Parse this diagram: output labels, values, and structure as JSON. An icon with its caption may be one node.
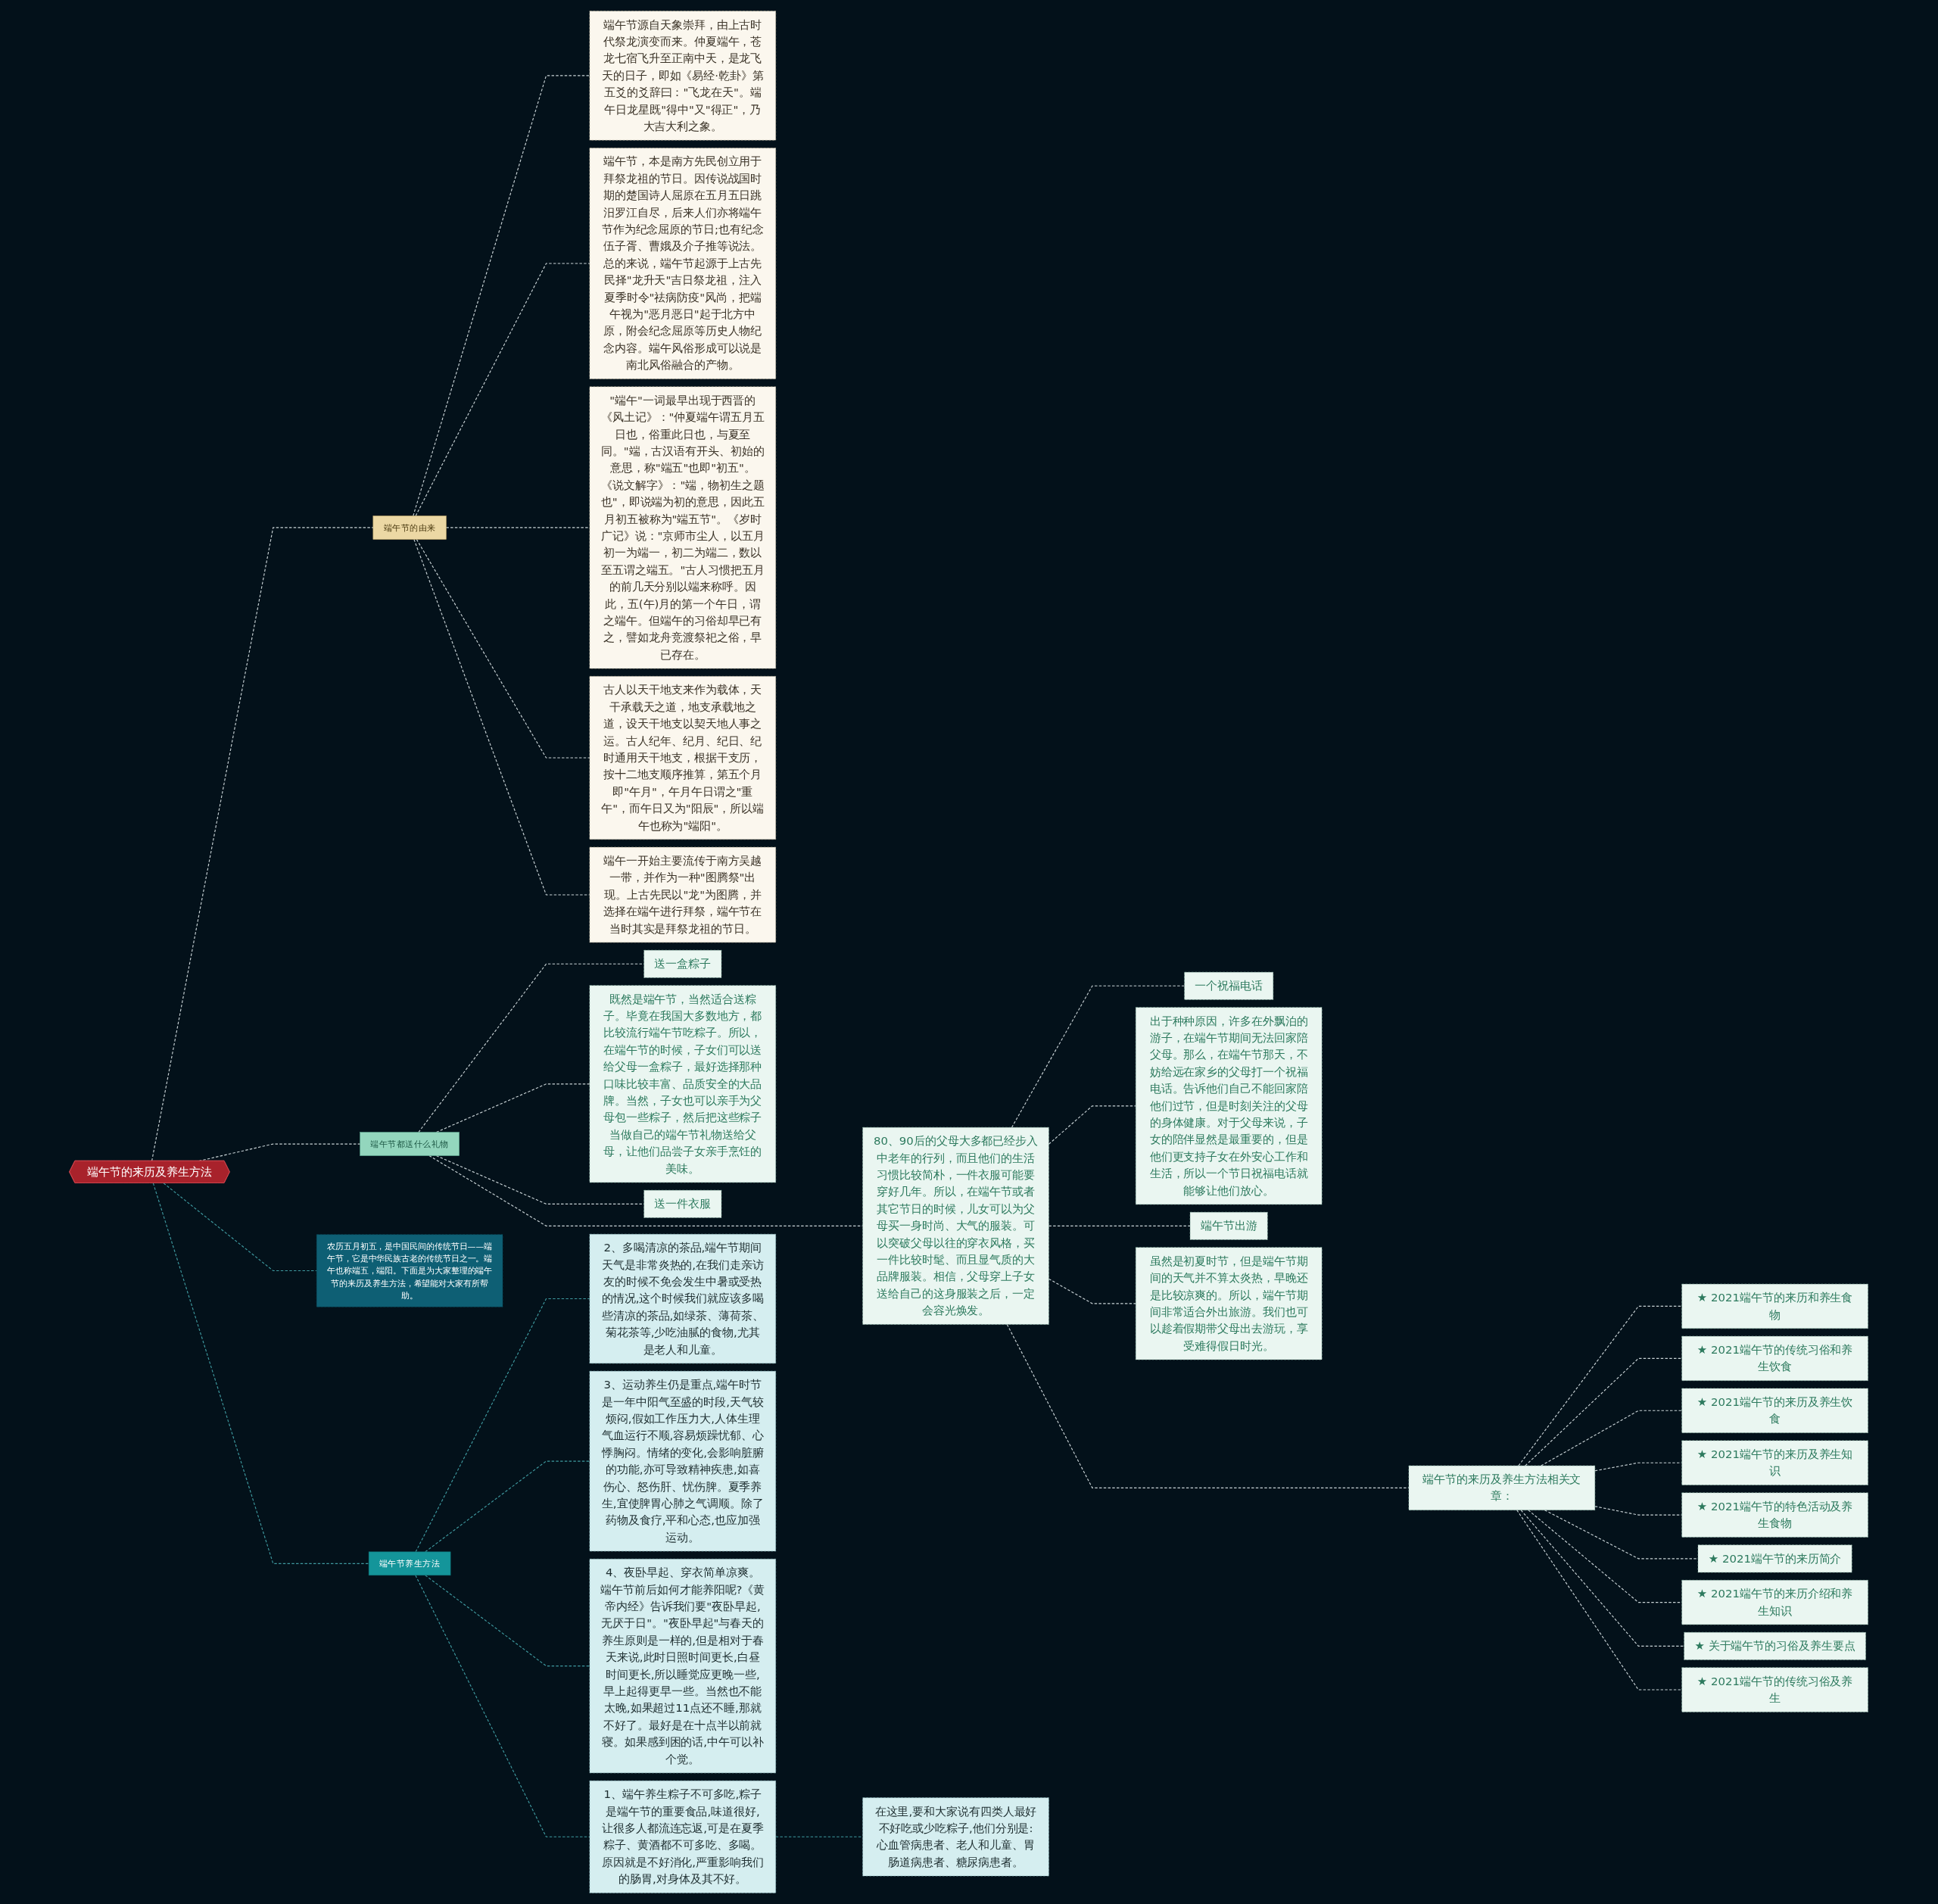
{
  "diagram": {
    "nodes": [
      {
        "text": [
          "端午节的来历及养生方法"
        ]
      },
      {
        "text": [
          "端午节的由来"
        ]
      },
      {
        "text": [
          "端午节源自天象崇拜，由上古时代祭龙演变而来。仲夏端午，苍龙七宿飞升至正南中天，是龙飞天的日子，即如《易经·乾卦》第五爻的爻辞曰：\"飞龙在天\"。端午日龙星既\"得中\"又\"得正\"，乃大吉大利之象。"
        ]
      },
      {
        "text": [
          "端午节，本是南方先民创立用于拜祭龙祖的节日。因传说战国时期的楚国诗人屈原在五月五日跳汨罗江自尽，后来人们亦将端午节作为纪念屈原的节日;也有纪念伍子胥、曹娥及介子推等说法。总的来说，端午节起源于上古先民择\"龙升天\"吉日祭龙祖，注入夏季时令\"祛病防疫\"风尚，把端午视为\"恶月恶日\"起于北方中原，附会纪念屈原等历史人物纪念内容。端午风俗形成可以说是南北风俗融合的产物。"
        ]
      },
      {
        "text": [
          "\"端午\"一词最早出现于西晋的《风土记》：\"仲夏端午谓五月五日也，俗重此日也，与夏至同。\"端，古汉语有开头、初始的意思，称\"端五\"也即\"初五\"。《说文解字》：\"端，物初生之题也\"，即说端为初的意思，因此五月初五被称为\"端五节\"。《岁时广记》说：\"京师市尘人，以五月初一为端一，初二为端二，数以至五谓之端五。\"古人习惯把五月的前几天分别以端来称呼。因此，五(午)月的第一个午日，谓之端午。但端午的习俗却早已有之，譬如龙舟竞渡祭祀之俗，早已存在。"
        ]
      },
      {
        "text": [
          "古人以天干地支来作为载体，天干承载天之道，地支承载地之道，设天干地支以契天地人事之运。古人纪年、纪月、纪日、纪时通用天干地支，根据干支历，按十二地支顺序推算，第五个月即\"午月\"，午月午日谓之\"重午\"，而午日又为\"阳辰\"，所以端午也称为\"端阳\"。"
        ]
      },
      {
        "text": [
          "端午一开始主要流传于南方吴越一带，并作为一种\"图腾祭\"出现。上古先民以\"龙\"为图腾，并选择在端午进行拜祭，端午节在当时其实是拜祭龙祖的节日。"
        ]
      },
      {
        "text": [
          "端午节都送什么礼物"
        ]
      },
      {
        "text": [
          "送一盒粽子"
        ]
      },
      {
        "text": [
          "既然是端午节，当然适合送粽子。毕竟在我国大多数地方，都比较流行端午节吃粽子。所以，在端午节的时候，子女们可以送给父母一盒粽子，最好选择那种口味比较丰富、品质安全的大品牌。当然，子女也可以亲手为父母包一些粽子，然后把这些粽子当做自己的端午节礼物送给父母，让他们品尝子女亲手烹饪的美味。"
        ]
      },
      {
        "text": [
          "送一件衣服"
        ]
      },
      {
        "text": [
          "80、90后的父母大多都已经步入中老年的行列，而且他们的生活习惯比较简朴，一件衣服可能要穿好几年。所以，在端午节或者其它节日的时候，儿女可以为父母买一身时尚、大气的服装。可以突破父母以往的穿衣风格，买一件比较时髦、而且显气质的大品牌服装。相信，父母穿上子女送给自己的这身服装之后，一定会容光焕发。"
        ]
      },
      {
        "text": [
          "一个祝福电话"
        ]
      },
      {
        "text": [
          "出于种种原因，许多在外飘泊的游子，在端午节期间无法回家陪父母。那么，在端午节那天，不妨给远在家乡的父母打一个祝福电话。告诉他们自己不能回家陪他们过节，但是时刻关注的父母的身体健康。对于父母来说，子女的陪伴显然是最重要的，但是他们更支持子女在外安心工作和生活，所以一个节日祝福电话就能够让他们放心。"
        ]
      },
      {
        "text": [
          "端午节出游"
        ]
      },
      {
        "text": [
          "虽然是初夏时节，但是端午节期间的天气并不算太炎热，早晚还是比较凉爽的。所以，端午节期间非常适合外出旅游。我们也可以趁着假期带父母出去游玩，享受难得假日时光。"
        ]
      },
      {
        "text": [
          "端午节的来历及养生方法相关文章："
        ]
      },
      {
        "text": [
          "★ 2021端午节的来历和养生食物"
        ]
      },
      {
        "text": [
          "★ 2021端午节的传统习俗和养生饮食"
        ]
      },
      {
        "text": [
          "★ 2021端午节的来历及养生饮食"
        ]
      },
      {
        "text": [
          "★ 2021端午节的来历及养生知识"
        ]
      },
      {
        "text": [
          "★ 2021端午节的特色活动及养生食物"
        ]
      },
      {
        "text": [
          "★ 2021端午节的来历简介"
        ]
      },
      {
        "text": [
          "★ 2021端午节的来历介绍和养生知识"
        ]
      },
      {
        "text": [
          "★ 关于端午节的习俗及养生要点"
        ]
      },
      {
        "text": [
          "★ 2021端午节的传统习俗及养生"
        ]
      },
      {
        "text": [
          "农历五月初五，是中国民间的传统节日——端午节，它是中华民族古老的传统节日之一。端午也称端五，端阳。下面是为大家整理的端午节的来历及养生方法，希望能对大家有所帮助。"
        ]
      },
      {
        "text": [
          "端午节养生方法"
        ]
      },
      {
        "text": [
          "1、端午养生粽子不可多吃,粽子是端午节的重要食品,味道很好,让很多人都流连忘返,可是在夏季粽子、黄酒都不可多吃、多喝。原因就是不好消化,严重影响我们的肠胃,对身体及其不好。"
        ]
      },
      {
        "text": [
          "2、多喝清凉的茶品,端午节期间天气是非常炎热的,在我们走亲访友的时候不免会发生中暑或受热的情况,这个时候我们就应该多喝些清凉的茶品,如绿茶、薄荷茶、菊花茶等,少吃油腻的食物,尤其是老人和儿童。"
        ]
      },
      {
        "text": [
          "3、运动养生仍是重点,端午时节是一年中阳气至盛的时段,天气较烦闷,假如工作压力大,人体生理气血运行不顺,容易烦躁忧郁、心悸胸闷。情绪的变化,会影响脏腑的功能,亦可导致精神疾患,如喜伤心、怒伤肝、忧伤脾。夏季养生,宜使脾胃心肺之气调顺。除了药物及食疗,平和心态,也应加强运动。"
        ]
      },
      {
        "text": [
          "4、夜卧早起、穿衣简单凉爽。端午节前后如何才能养阳呢?《黄帝内经》告诉我们要\"夜卧早起,无厌于日\"。\"夜卧早起\"与春天的养生原则是一样的,但是相对于春天来说,此时日照时间更长,白昼时间更长,所以睡觉应更晚一些,早上起得更早一些。当然也不能太晚,如果超过11点还不睡,那就不好了。最好是在十点半以前就寝。如果感到困的话,中午可以补个觉。"
        ]
      },
      {
        "text": [
          "在这里,要和大家说有四类人最好不好吃或少吃粽子,他们分别是:心血管病患者、老人和儿童、胃肠道病患者、糖尿病患者。"
        ]
      }
    ],
    "edges": [
      {
        "from": 0,
        "to": 1,
        "arrow": "none",
        "style": "dashed"
      },
      {
        "from": 1,
        "to": 2,
        "arrow": "none",
        "style": "dashed"
      },
      {
        "from": 1,
        "to": 3,
        "arrow": "none",
        "style": "dashed"
      },
      {
        "from": 1,
        "to": 4,
        "arrow": "none",
        "style": "dashed"
      },
      {
        "from": 1,
        "to": 5,
        "arrow": "none",
        "style": "dashed"
      },
      {
        "from": 1,
        "to": 6,
        "arrow": "none",
        "style": "dashed"
      },
      {
        "from": 0,
        "to": 7,
        "arrow": "none",
        "style": "dashed"
      },
      {
        "from": 7,
        "to": 8,
        "arrow": "none",
        "style": "dashed"
      },
      {
        "from": 7,
        "to": 9,
        "arrow": "none",
        "style": "dashed"
      },
      {
        "from": 7,
        "to": 10,
        "arrow": "none",
        "style": "dashed"
      },
      {
        "from": 7,
        "to": 11,
        "arrow": "none",
        "style": "dashed"
      },
      {
        "from": 11,
        "to": 12,
        "arrow": "none",
        "style": "dashed"
      },
      {
        "from": 11,
        "to": 13,
        "arrow": "none",
        "style": "dashed"
      },
      {
        "from": 11,
        "to": 14,
        "arrow": "none",
        "style": "dashed"
      },
      {
        "from": 11,
        "to": 15,
        "arrow": "none",
        "style": "dashed"
      },
      {
        "from": 11,
        "to": 16,
        "arrow": "none",
        "style": "dashed"
      },
      {
        "from": 16,
        "to": 17,
        "arrow": "none",
        "style": "dashed"
      },
      {
        "from": 16,
        "to": 18,
        "arrow": "none",
        "style": "dashed"
      },
      {
        "from": 16,
        "to": 19,
        "arrow": "none",
        "style": "dashed"
      },
      {
        "from": 16,
        "to": 20,
        "arrow": "none",
        "style": "dashed"
      },
      {
        "from": 16,
        "to": 21,
        "arrow": "none",
        "style": "dashed"
      },
      {
        "from": 16,
        "to": 22,
        "arrow": "none",
        "style": "dashed"
      },
      {
        "from": 16,
        "to": 23,
        "arrow": "none",
        "style": "dashed"
      },
      {
        "from": 16,
        "to": 24,
        "arrow": "none",
        "style": "dashed"
      },
      {
        "from": 16,
        "to": 25,
        "arrow": "none",
        "style": "dashed"
      },
      {
        "from": 0,
        "to": 26,
        "arrow": "none",
        "style": "dashed",
        "color": "#3f9aa0"
      },
      {
        "from": 0,
        "to": 27,
        "arrow": "none",
        "style": "dashed",
        "color": "#3f9aa0"
      },
      {
        "from": 27,
        "to": 28,
        "arrow": "none",
        "style": "dashed",
        "color": "#3f9aa0"
      },
      {
        "from": 27,
        "to": 29,
        "arrow": "none",
        "style": "dashed",
        "color": "#3f9aa0"
      },
      {
        "from": 27,
        "to": 30,
        "arrow": "none",
        "style": "dashed",
        "color": "#3f9aa0"
      },
      {
        "from": 27,
        "to": 31,
        "arrow": "none",
        "style": "dashed",
        "color": "#3f9aa0"
      },
      {
        "from": 28,
        "to": 32,
        "arrow": "none",
        "style": "dashed",
        "color": "#3f9aa0"
      }
    ]
  }
}
